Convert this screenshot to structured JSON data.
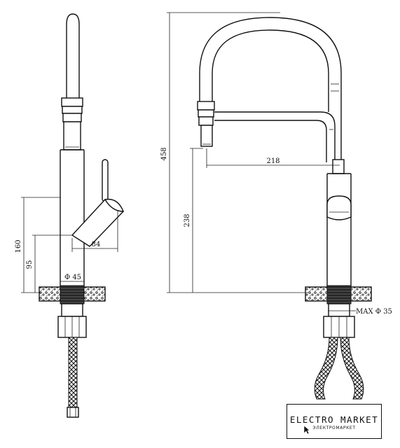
{
  "dimensions": {
    "height_total": "458",
    "height_spout": "238",
    "reach": "218",
    "height_side_lever": "160",
    "height_side_base": "95",
    "lever_offset": "84",
    "base_diameter": "Φ 45",
    "max_hole_diameter": "MAX Φ 35"
  },
  "logo": {
    "name": "ELECTRO MARKET",
    "tagline": "ЭЛЕКТРОМАРКЕТ"
  },
  "colors": {
    "line": "#111111",
    "background": "#ffffff"
  },
  "icons": {
    "cursor": "arrow-cursor-icon"
  }
}
